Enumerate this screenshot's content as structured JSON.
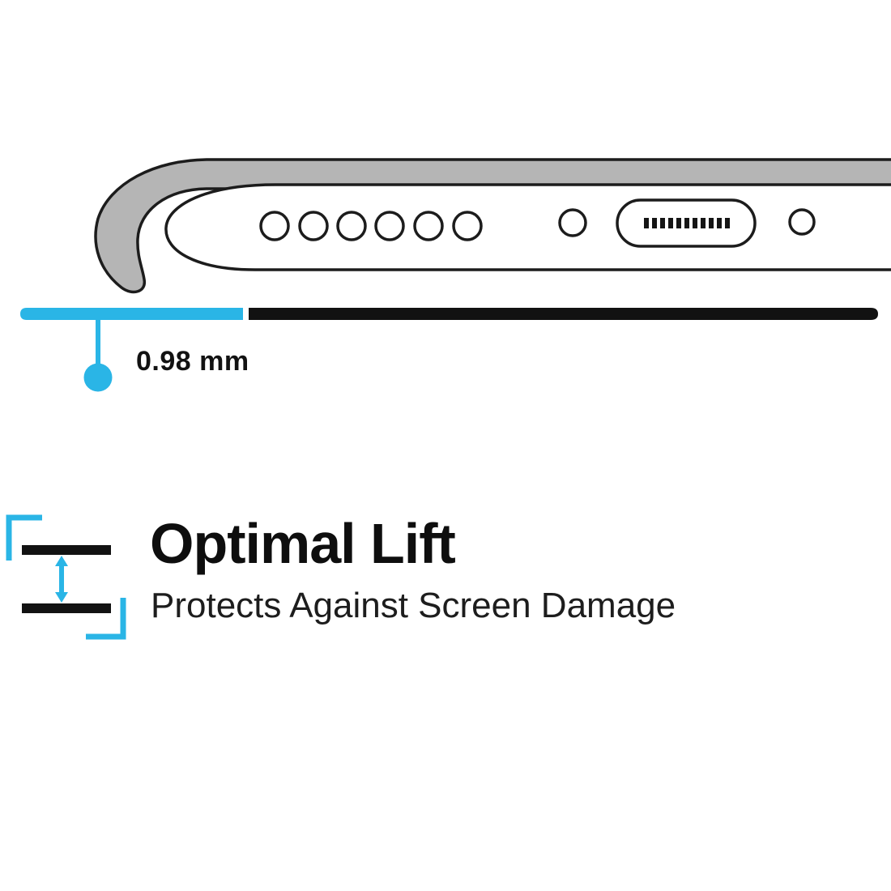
{
  "measurement": {
    "label": "0.98 mm"
  },
  "feature": {
    "title": "Optimal Lift",
    "subtitle": "Protects Against Screen Damage"
  },
  "colors": {
    "accent_cyan": "#2ab5e6",
    "bar_black": "#121212",
    "case_gray": "#b5b5b5",
    "outline": "#1c1c1c",
    "hole_white": "#ffffff",
    "pin_black": "#151515"
  },
  "diagram": {
    "description": "bottom edge of phone in case with speaker holes and charging port",
    "speaker_hole_count": 6,
    "port_pin_count": 11
  }
}
